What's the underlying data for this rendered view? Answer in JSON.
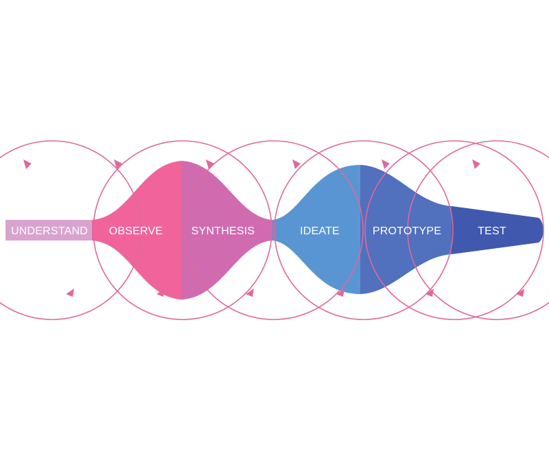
{
  "colors": {
    "ring": "#e0689a",
    "arrow": "#e0689a",
    "background": "#ffffff",
    "label": "#ffffff"
  },
  "stages": [
    {
      "id": "understand",
      "label": "UNDERSTAND",
      "color": "#d9a3cf"
    },
    {
      "id": "observe",
      "label": "OBSERVE",
      "color": "#f0649b"
    },
    {
      "id": "synthesis",
      "label": "SYNTHESIS",
      "color": "#d06bb0"
    },
    {
      "id": "ideate",
      "label": "IDEATE",
      "color": "#5a95d3"
    },
    {
      "id": "prototype",
      "label": "PROTOTYPE",
      "color": "#5170bd"
    },
    {
      "id": "test",
      "label": "TEST",
      "color": "#4058ad"
    }
  ]
}
